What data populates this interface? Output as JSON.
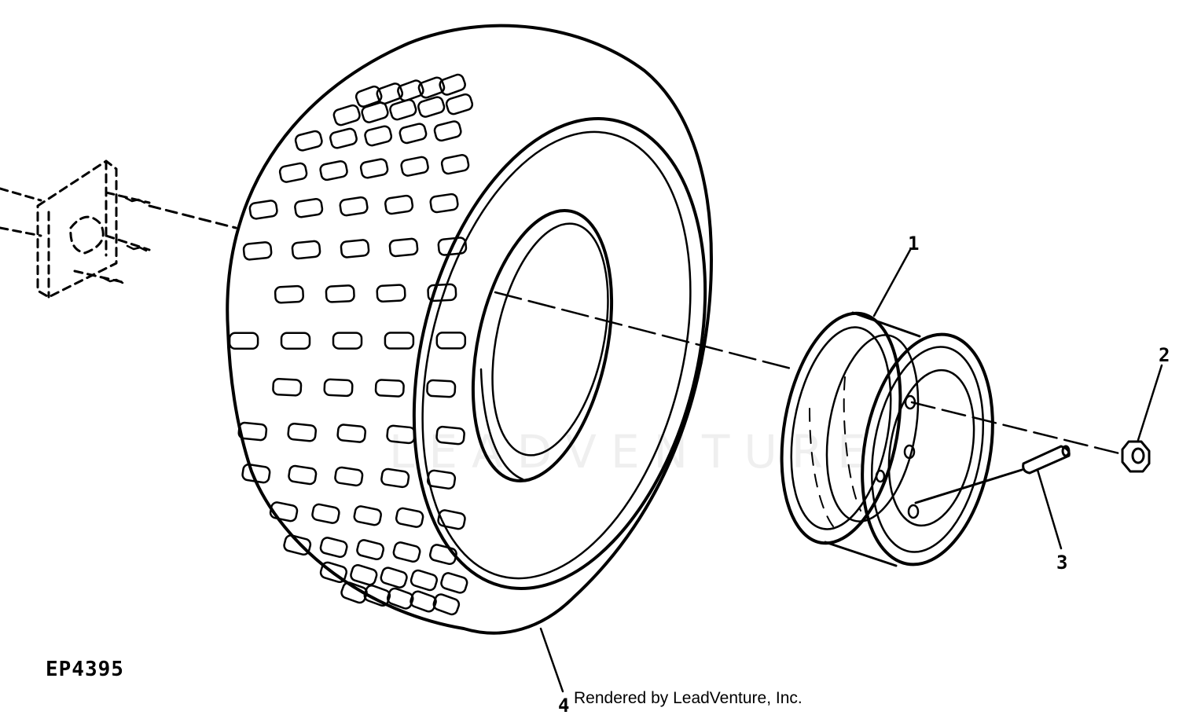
{
  "figure": {
    "code": "EP4395",
    "credit": "Rendered by LeadVenture, Inc.",
    "watermark": "LEADVENTURE"
  },
  "callouts": [
    {
      "id": "rim",
      "label": "1"
    },
    {
      "id": "nut",
      "label": "2"
    },
    {
      "id": "valve",
      "label": "3"
    },
    {
      "id": "tire",
      "label": "4"
    }
  ],
  "colors": {
    "ink": "#000000",
    "background": "#ffffff"
  }
}
